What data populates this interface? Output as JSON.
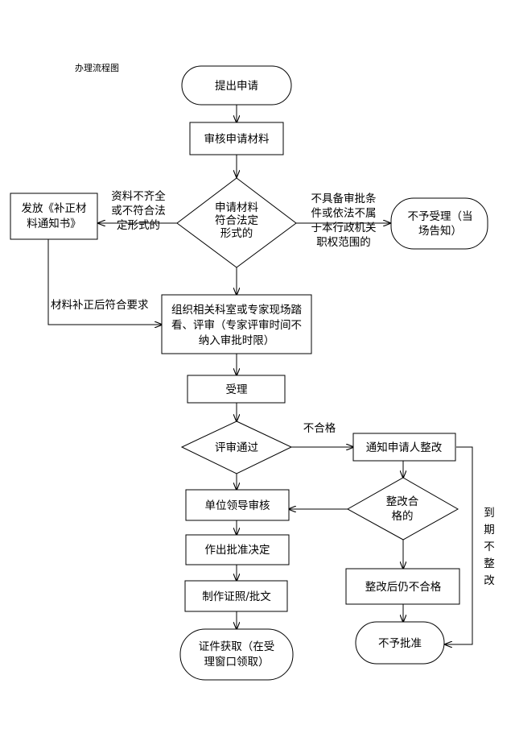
{
  "title": "办理流程图",
  "nodes": {
    "submit": [
      "提出申请"
    ],
    "review_materials": [
      "审核申请材料"
    ],
    "check_form": [
      "申请材料",
      "符合法定",
      "形式的"
    ],
    "correction_notice": [
      "发放《补正材",
      "料通知书》"
    ],
    "not_accepted_notice": [
      "不予受理（当",
      "场告知）"
    ],
    "site_review": [
      "组织相关科室或专家现场踏",
      "看、评审（专家评审时间不",
      "纳入审批时限）"
    ],
    "accept": [
      "受理"
    ],
    "review_pass": [
      "评审通过"
    ],
    "notify_rectify": [
      "通知申请人整改"
    ],
    "rectify_ok": [
      "整改合",
      "格的"
    ],
    "leader_review": [
      "单位领导审核"
    ],
    "approval_decision": [
      "作出批准决定"
    ],
    "make_certificate": [
      "制作证照/批文"
    ],
    "collect_certificate": [
      "证件获取（在受",
      "理窗口领取）"
    ],
    "still_fail": [
      "整改后仍不合格"
    ],
    "not_approved": [
      "不予批准"
    ]
  },
  "edge_labels": {
    "incomplete": [
      "资料不齐全",
      "或不符合法",
      "定形式的"
    ],
    "out_of_scope": [
      "不具备审批条",
      "件或依法不属",
      "于本行政机关",
      "职权范围的"
    ],
    "corrected_ok": [
      "材料补正后符合要求"
    ],
    "fail": [
      "不合格"
    ],
    "overdue": [
      "到",
      "期",
      "不",
      "整",
      "改"
    ]
  }
}
